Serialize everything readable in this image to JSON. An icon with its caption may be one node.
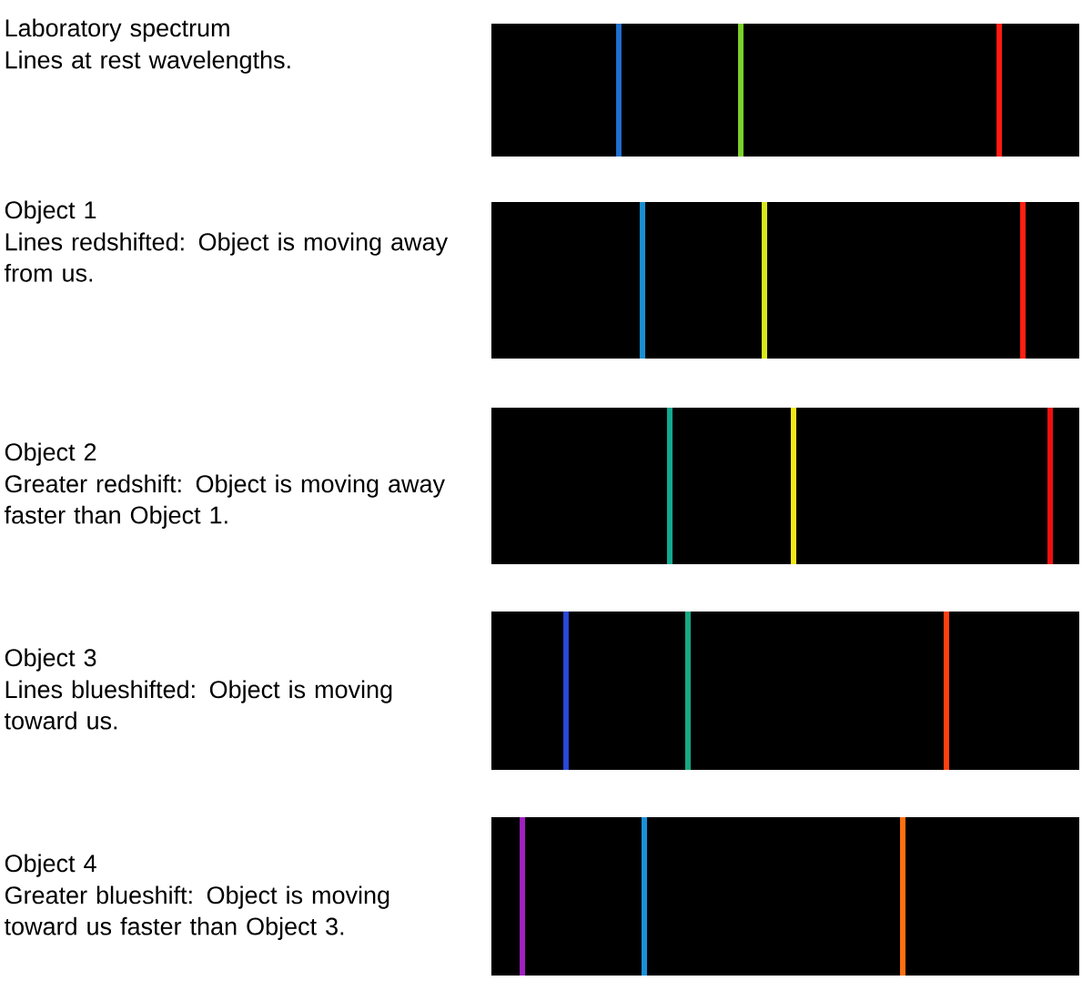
{
  "diagram": {
    "labels": [
      "Laboratory spectrum",
      "Lines at rest wavelengths.",
      "Object 1",
      "Lines redshifted: Object is moving away from us.",
      "Object 2",
      "Greater redshift: Object is moving away faster than Object 1.",
      "Object 3",
      "Lines blueshifted: Object is moving toward us.",
      "Object 4",
      "Greater blueshift: Object is moving toward us faster than Object 3."
    ]
  }
}
